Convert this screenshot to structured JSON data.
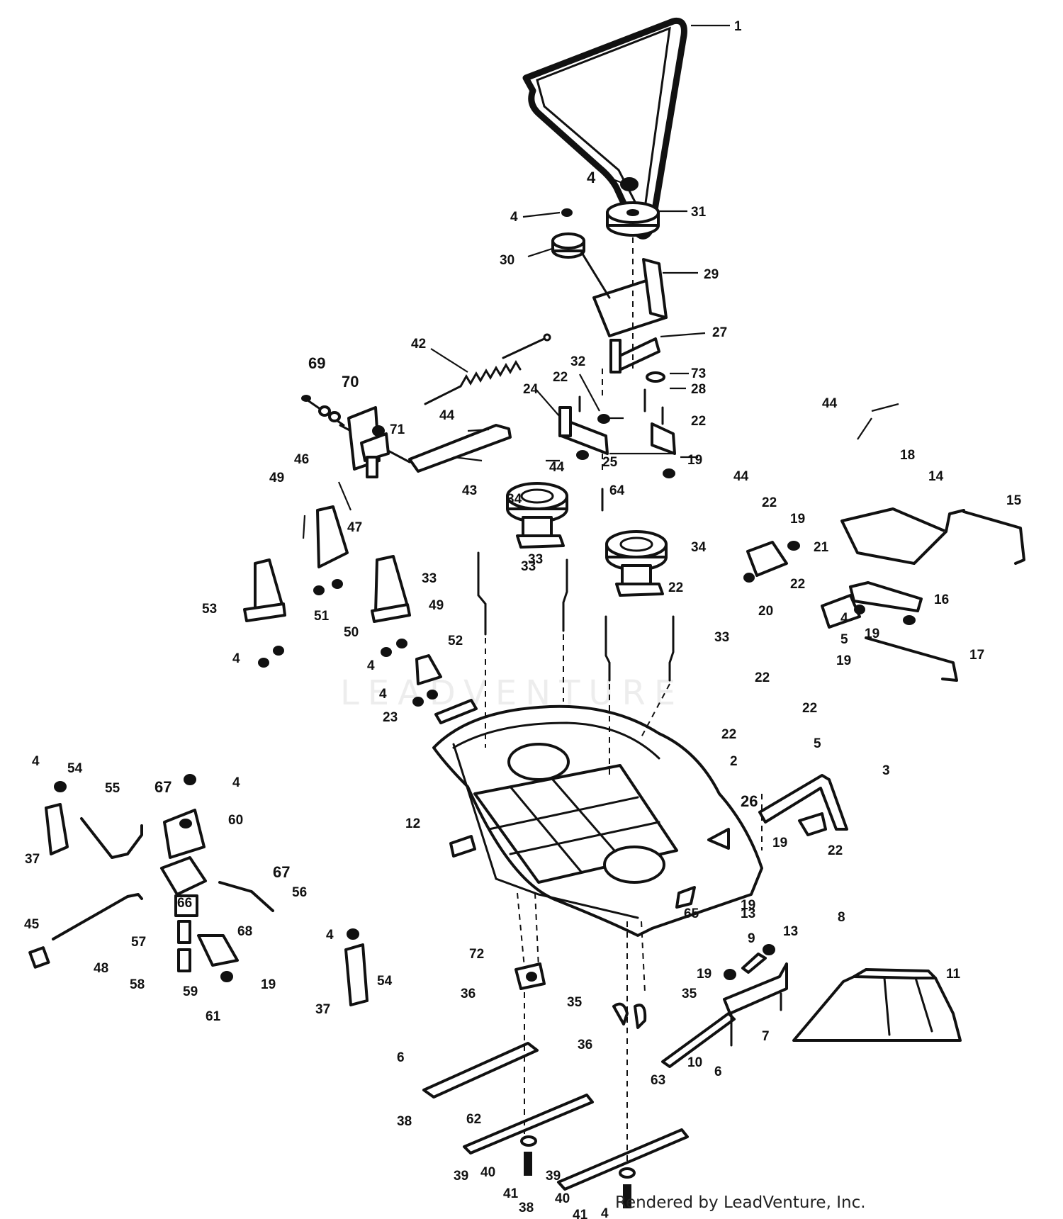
{
  "watermark": "LEADVENTURE",
  "credit": "Rendered by LeadVenture, Inc.",
  "callouts": [
    "1",
    "4",
    "4",
    "31",
    "30",
    "29",
    "27",
    "42",
    "69",
    "70",
    "71",
    "46",
    "73",
    "32",
    "22",
    "28",
    "24",
    "22",
    "25",
    "19",
    "44",
    "44",
    "44",
    "43",
    "47",
    "64",
    "49",
    "53",
    "51",
    "50",
    "34",
    "33",
    "33",
    "34",
    "44",
    "22",
    "19",
    "21",
    "22",
    "22",
    "20",
    "16",
    "18",
    "14",
    "15",
    "17",
    "33",
    "33",
    "52",
    "49",
    "4",
    "4",
    "4",
    "4",
    "5",
    "19",
    "19",
    "22",
    "23",
    "22",
    "22",
    "5",
    "2",
    "3",
    "26",
    "12",
    "19",
    "22",
    "4",
    "54",
    "55",
    "67",
    "4",
    "60",
    "67",
    "56",
    "57",
    "66",
    "68",
    "45",
    "48",
    "37",
    "58",
    "59",
    "19",
    "61",
    "4",
    "54",
    "37",
    "72",
    "36",
    "35",
    "35",
    "9",
    "13",
    "13",
    "8",
    "19",
    "7",
    "11",
    "36",
    "63",
    "10",
    "6",
    "65",
    "19",
    "62",
    "6",
    "38",
    "39",
    "40",
    "41",
    "38",
    "39",
    "40",
    "41",
    "4"
  ]
}
